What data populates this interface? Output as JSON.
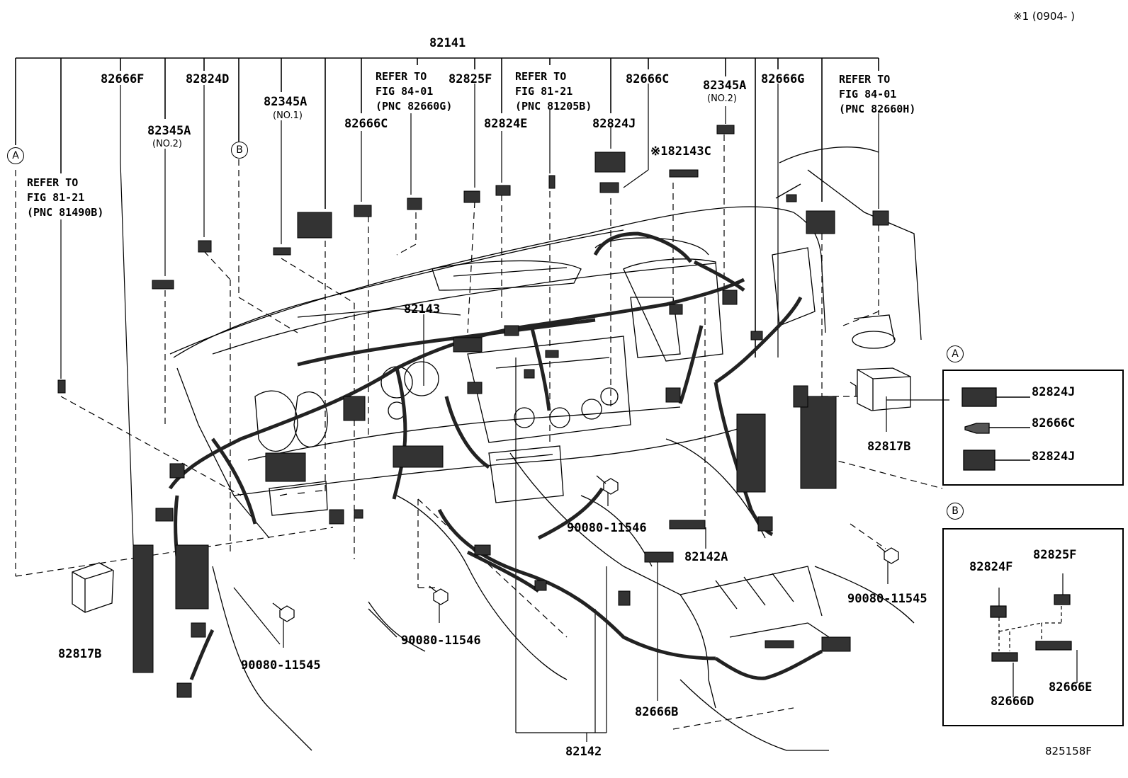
{
  "header_code": "※1 (0904-      )",
  "footer_code": "825158F",
  "labels": {
    "l82141": "82141",
    "l82142": "82142",
    "l82143": "82143",
    "l82666F": "82666F",
    "l82824D": "82824D",
    "l82345A_1": "82345A",
    "l82345A_1_sub": "(NO.1)",
    "l82345A_2": "82345A",
    "l82345A_2_sub": "(NO.2)",
    "l82345A_3": "82345A",
    "l82345A_3_sub": "(NO.2)",
    "l82666C_1": "82666C",
    "l82666C_2": "82666C",
    "l82825F": "82825F",
    "l82824E": "82824E",
    "l82824J": "82824J",
    "l82143C": "※182143C",
    "l82666G": "82666G",
    "l82817B_left": "82817B",
    "l82817B_right": "82817B",
    "l90080_11546_a": "90080-11546",
    "l90080_11546_b": "90080-11546",
    "l90080_11545_a": "90080-11545",
    "l90080_11545_b": "90080-11545",
    "l82142A": "82142A",
    "l82666B": "82666B"
  },
  "refs": {
    "ref_a": [
      "REFER TO",
      "FIG 81-21",
      "(PNC 81490B)"
    ],
    "ref_b": [
      "REFER TO",
      "FIG 84-01",
      "(PNC 82660G)"
    ],
    "ref_c": [
      "REFER TO",
      "FIG 81-21",
      "(PNC 81205B)"
    ],
    "ref_d": [
      "REFER TO",
      "FIG 84-01",
      "(PNC 82660H)"
    ]
  },
  "callouts": {
    "a": "A",
    "b": "B"
  },
  "inset_a": {
    "tag": "A",
    "items": [
      "82824J",
      "82666C",
      "82824J"
    ]
  },
  "inset_b": {
    "tag": "B",
    "items": [
      "82824F",
      "82825F",
      "82666D",
      "82666E"
    ]
  }
}
